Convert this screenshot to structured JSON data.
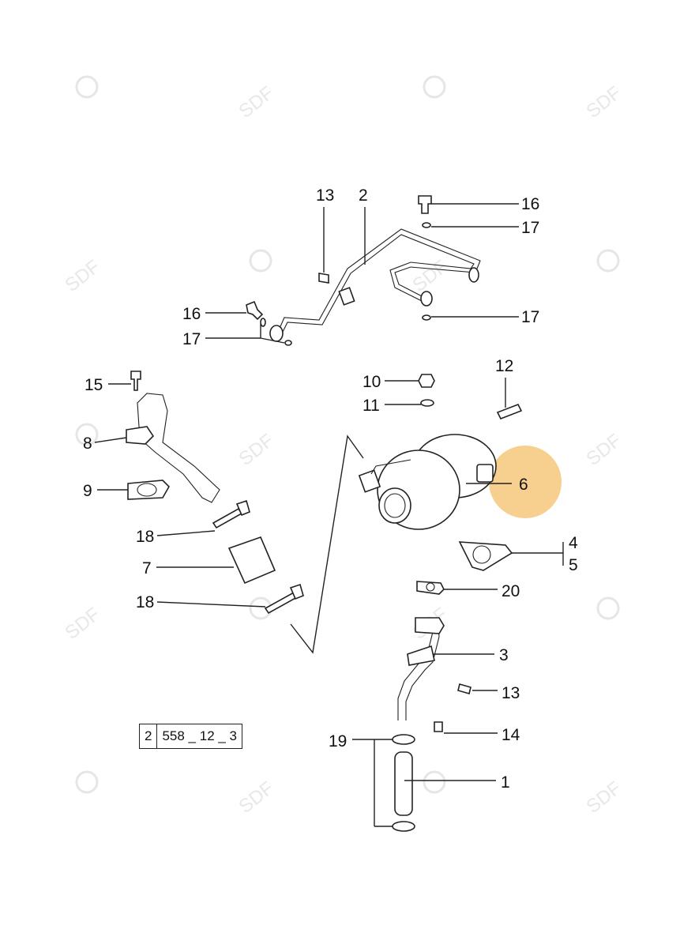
{
  "watermark": "SDF",
  "highlight_color": "#f6c77a",
  "reference": {
    "page": "2",
    "code": "558 _ 12 _ 3"
  },
  "callouts": {
    "c13a": "13",
    "c2": "2",
    "c16a": "16",
    "c17a": "17",
    "c16b": "16",
    "c17b": "17",
    "c17c": "17",
    "c12": "12",
    "c10": "10",
    "c11": "11",
    "c15": "15",
    "c8": "8",
    "c9": "9",
    "c6": "6",
    "c4": "4",
    "c5": "5",
    "c20": "20",
    "c18a": "18",
    "c7": "7",
    "c18b": "18",
    "c3": "3",
    "c13b": "13",
    "c14": "14",
    "c19": "19",
    "c1": "1"
  }
}
